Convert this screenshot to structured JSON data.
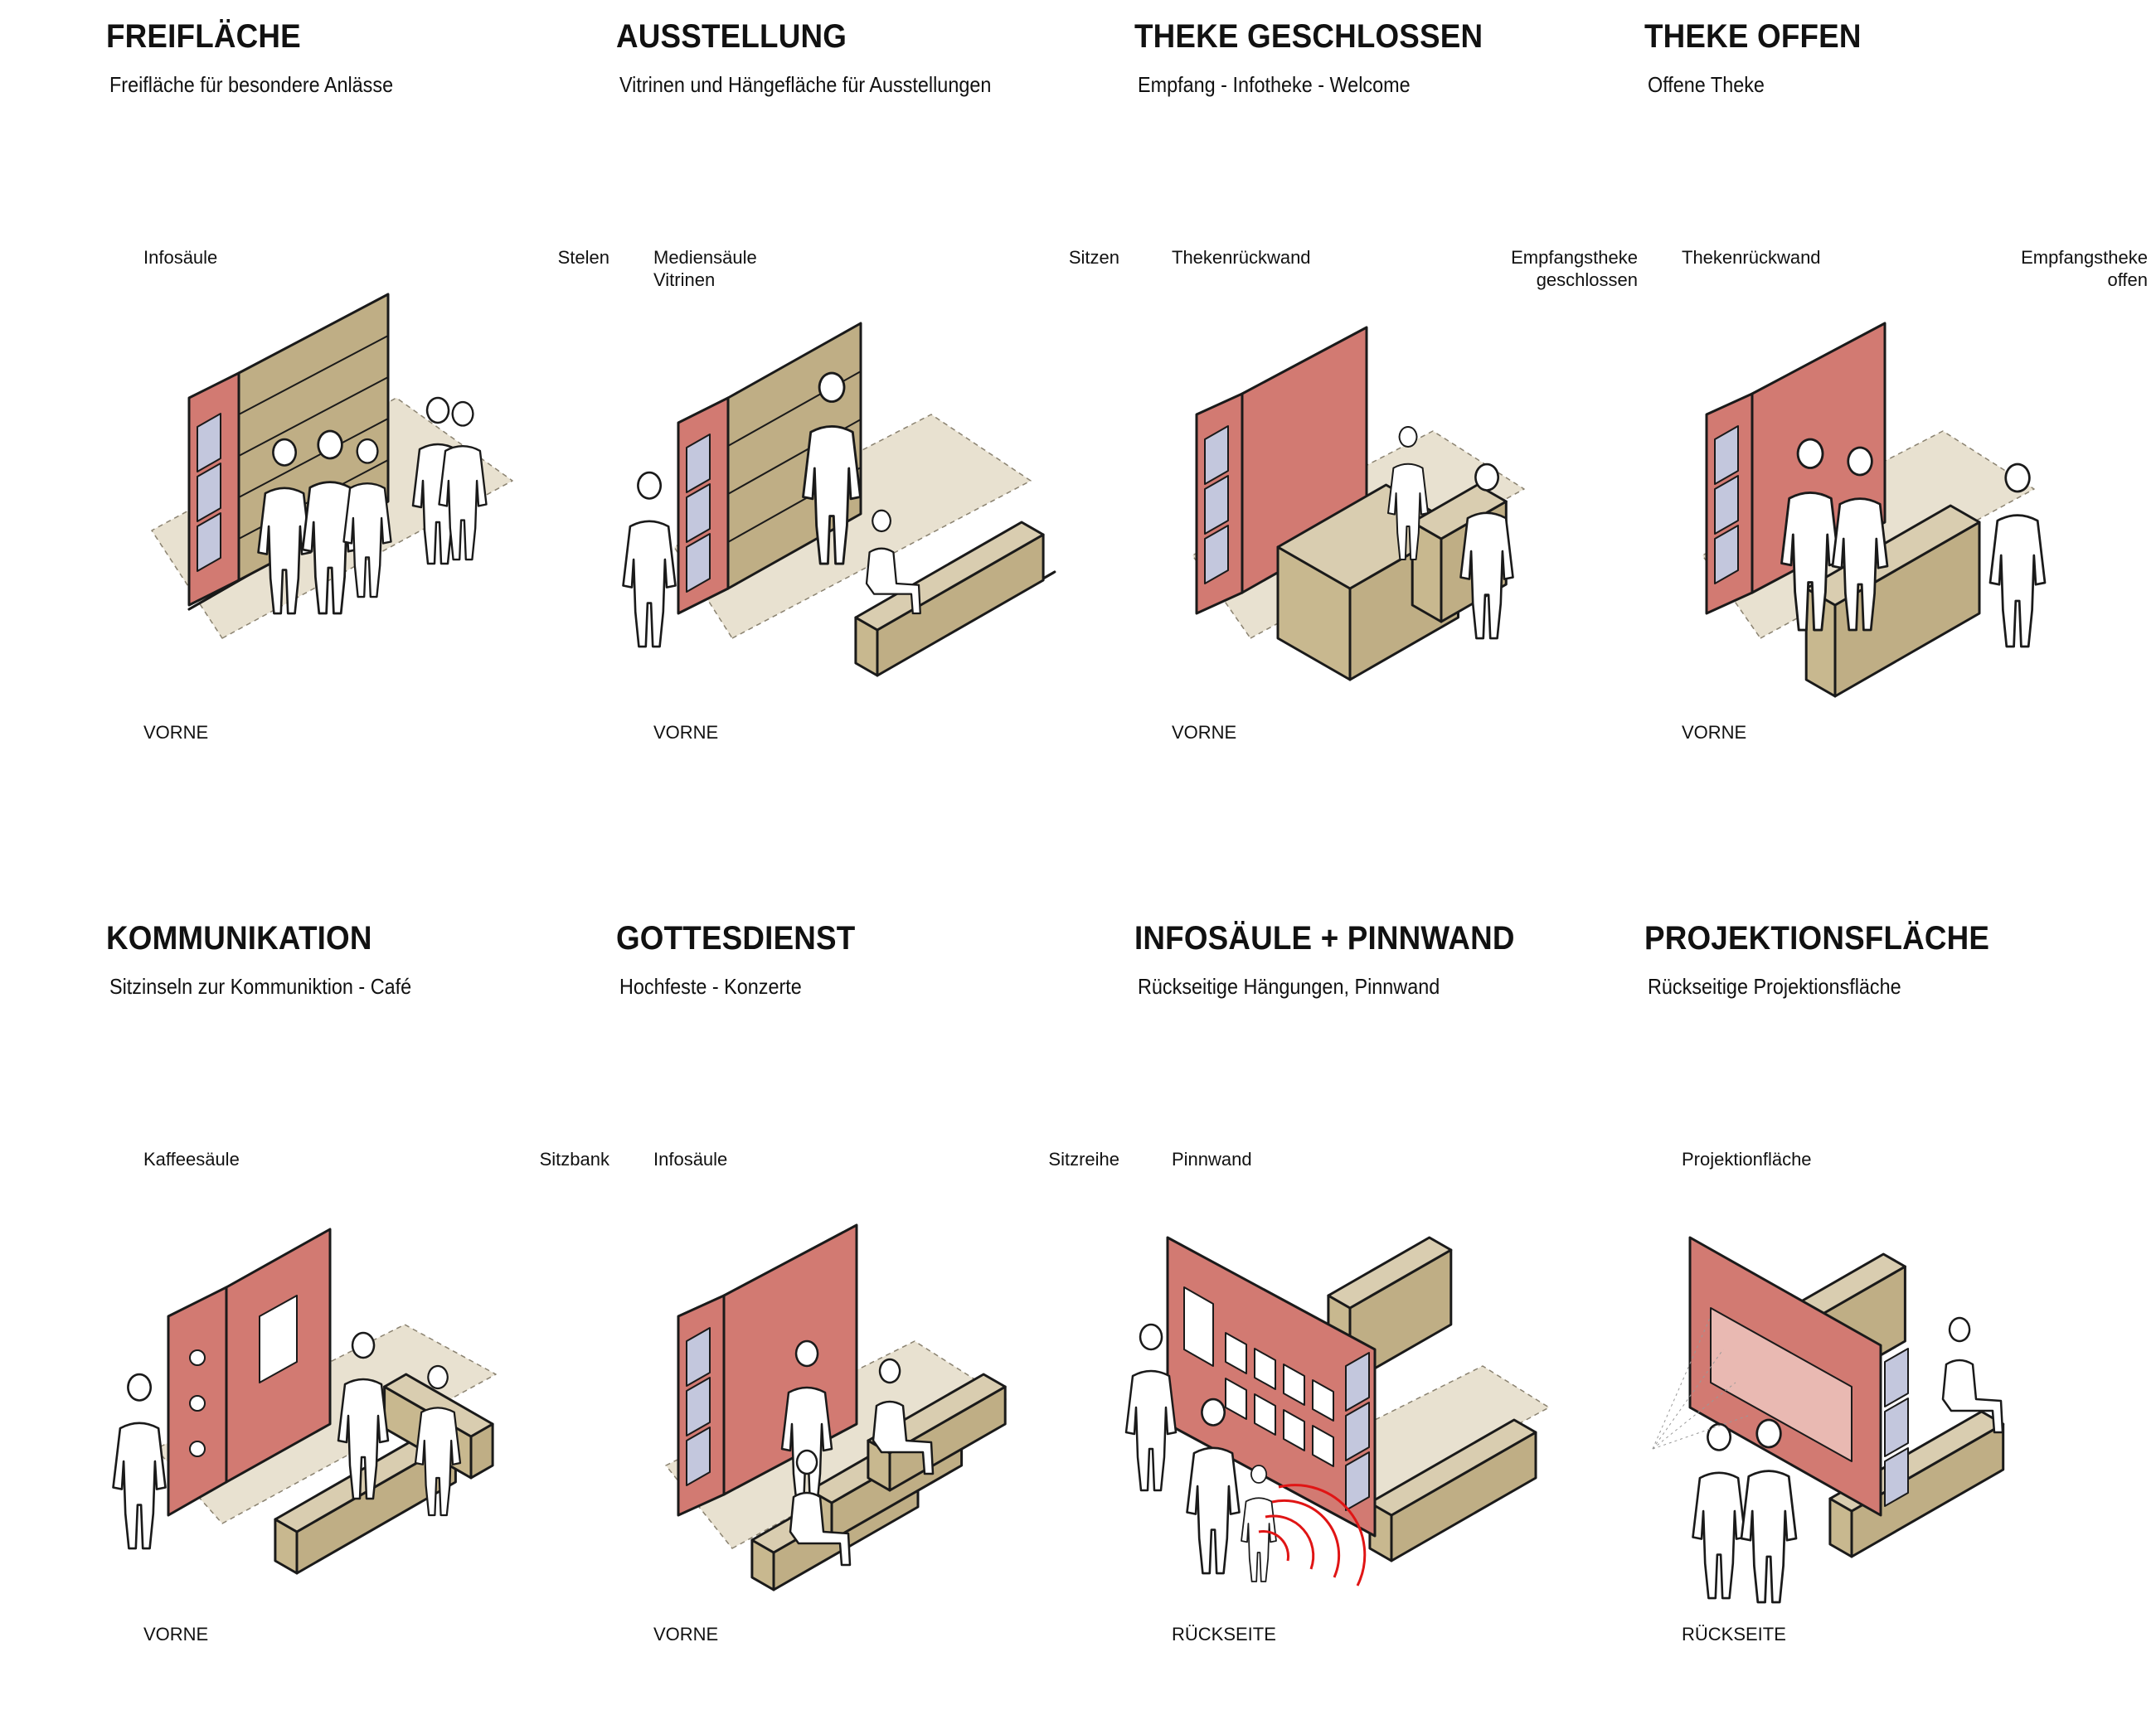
{
  "panels": [
    {
      "title": "FREIFLÄCHE",
      "subtitle": "Freifläche für besondere Anlässe",
      "label_left": [
        "Infosäule"
      ],
      "label_right": [
        "Stelen"
      ],
      "label_bottom": "VORNE"
    },
    {
      "title": "AUSSTELLUNG",
      "subtitle": "Vitrinen und Hängefläche für Ausstellungen",
      "label_left": [
        "Mediensäule",
        "Vitrinen"
      ],
      "label_right": [
        "Sitzen"
      ],
      "label_bottom": "VORNE"
    },
    {
      "title": "THEKE GESCHLOSSEN",
      "subtitle": "Empfang - Infotheke - Welcome",
      "label_left": [
        "Thekenrückwand"
      ],
      "label_right": [
        "Empfangstheke",
        "geschlossen"
      ],
      "label_bottom": "VORNE"
    },
    {
      "title": "THEKE OFFEN",
      "subtitle": "Offene Theke",
      "label_left": [
        "Thekenrückwand"
      ],
      "label_right": [
        "Empfangstheke",
        "offen"
      ],
      "label_bottom": "VORNE"
    },
    {
      "title": "KOMMUNIKATION",
      "subtitle": "Sitzinseln zur Kommuniktion - Café",
      "label_left": [
        "Kaffeesäule"
      ],
      "label_right": [
        "Sitzbank"
      ],
      "label_bottom": "VORNE"
    },
    {
      "title": "GOTTESDIENST",
      "subtitle": "Hochfeste - Konzerte",
      "label_left": [
        "Infosäule"
      ],
      "label_right": [
        "Sitzreihe"
      ],
      "label_bottom": "VORNE"
    },
    {
      "title": "INFOSÄULE + PINNWAND",
      "subtitle": "Rückseitige Hängungen, Pinnwand",
      "label_left": [
        "Pinnwand"
      ],
      "label_right": [],
      "label_bottom": "RÜCKSEITE"
    },
    {
      "title": "PROJEKTIONSFLÄCHE",
      "subtitle": "Rückseitige Projektionsfläche",
      "label_left": [
        "Projektionfläche"
      ],
      "label_right": [],
      "label_bottom": "RÜCKSEITE"
    }
  ],
  "colors": {
    "wall": "#d27a72",
    "wall_dark": "#b95f58",
    "wood_top": "#d9cdb0",
    "wood_side": "#c8b88f",
    "wood_front": "#bfae85",
    "floor": "#e8e1d0",
    "glass": "#c3c7dd",
    "outline": "#1a1a1a",
    "signal": "#e01515"
  }
}
